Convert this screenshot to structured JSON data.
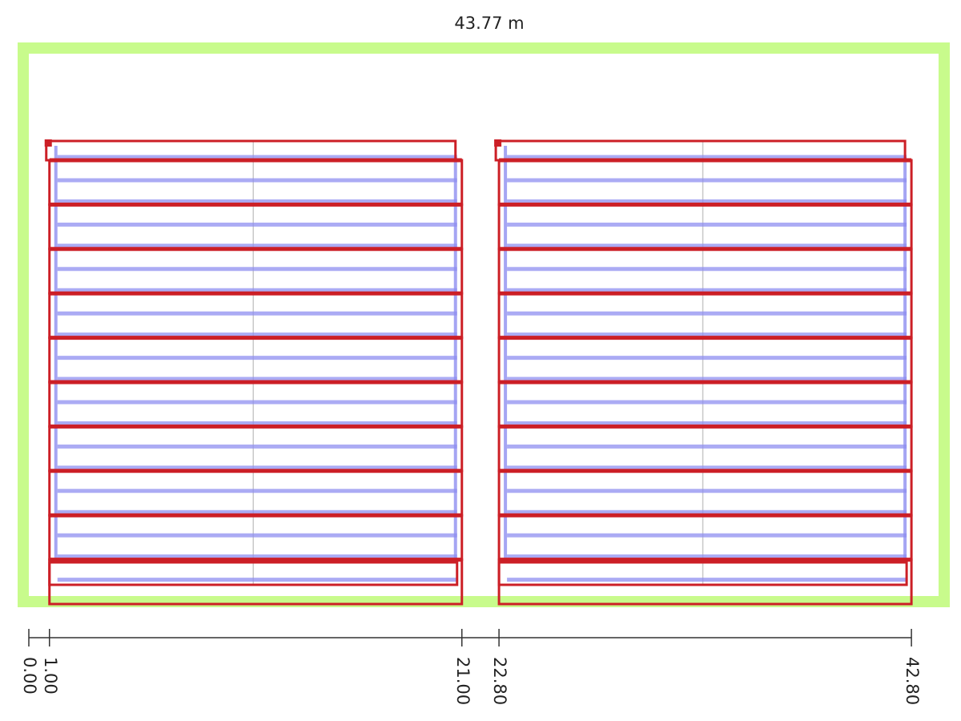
{
  "dimension": {
    "width_label": "43.77 m",
    "total_width_m": 43.77
  },
  "ruler": {
    "ticks": [
      {
        "value": 0.0,
        "label": "0.00"
      },
      {
        "value": 1.0,
        "label": "1.00"
      },
      {
        "value": 21.0,
        "label": "21.00"
      },
      {
        "value": 22.8,
        "label": "22.80"
      },
      {
        "value": 42.8,
        "label": "42.80"
      }
    ]
  },
  "blocks": [
    {
      "start_m": 1.0,
      "end_m": 21.0
    },
    {
      "start_m": 22.8,
      "end_m": 42.8
    }
  ],
  "colors": {
    "boundary": "#c8fb8c",
    "module_outline": "#cc1f26",
    "wiring": "#8f8ff0",
    "divider": "#c8c8c8",
    "ruler": "#333333"
  }
}
